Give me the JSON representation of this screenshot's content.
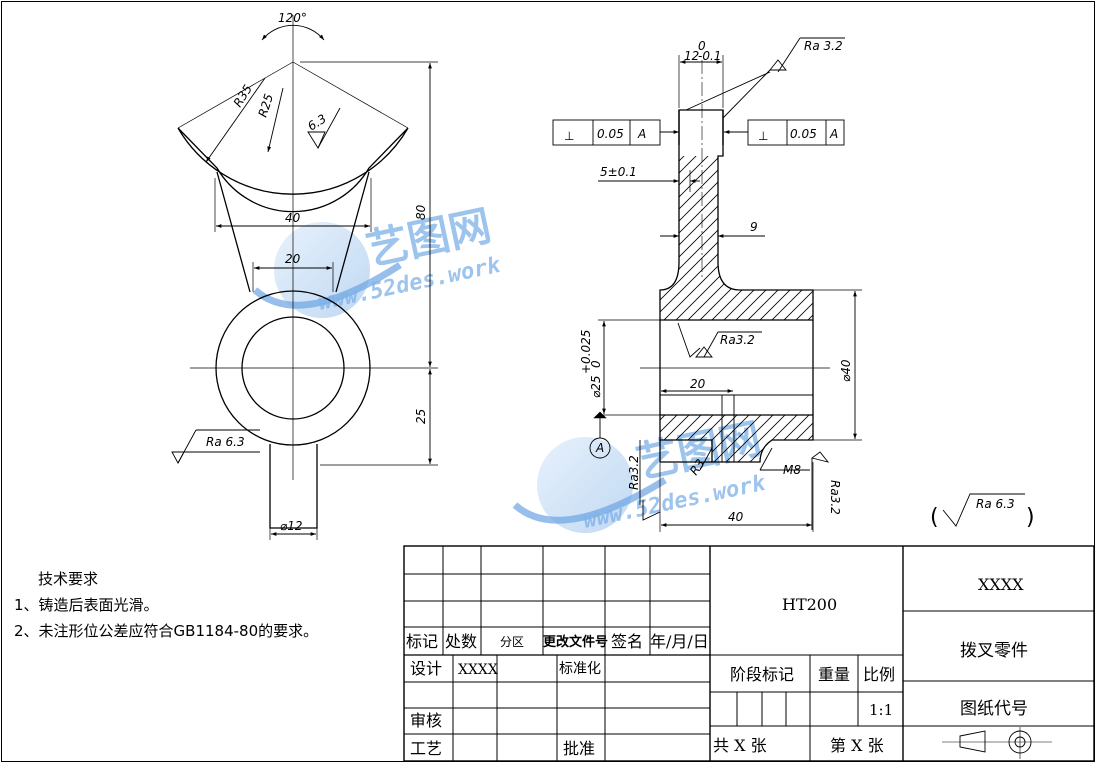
{
  "left_view": {
    "angle": "120°",
    "r35": "R35",
    "r25": "R25",
    "ra_top": "6.3",
    "w40": "40",
    "w20": "20",
    "h80": "80",
    "h25": "25",
    "ra_label": "Ra 6.3",
    "d12": "⌀12"
  },
  "right_view": {
    "thk": "12",
    "thk_tol_upper": "0",
    "thk_tol_lower": "-0.1",
    "ra_top": "Ra 3.2",
    "fcf_left": {
      "symbol": "⊥",
      "value": "0.05",
      "datum": "A"
    },
    "fcf_right": {
      "symbol": "⊥",
      "value": "0.05",
      "datum": "A"
    },
    "offset": "5±0.1",
    "web": "9",
    "ra_bore": "Ra3.2",
    "bore": "⌀25",
    "bore_tol_upper": "+0.025",
    "bore_tol_lower": "0",
    "hub_dia": "⌀40",
    "d20": "20",
    "datum": "A",
    "ra_left": "Ra3.2",
    "r3": "R3",
    "m8": "M8",
    "ra_right": "Ra3.2",
    "len40": "40"
  },
  "global_roughness": {
    "open": "(",
    "label": "Ra 6.3",
    "close": ")"
  },
  "watermark": {
    "brand": "艺图网",
    "url": "www.52des.work"
  },
  "tech_requirements": {
    "title": "技术要求",
    "items": [
      "1、铸造后表面光滑。",
      "2、未注形位公差应符合GB1184-80的要求。"
    ]
  },
  "title_block": {
    "material": "HT200",
    "company": "XXXX",
    "part_name": "拨叉零件",
    "drawing_no": "图纸代号",
    "rev_headers": [
      "标记",
      "处数",
      "分区",
      "更改文件号",
      "签名",
      "年/月/日"
    ],
    "design": "设计",
    "designer": "XXXX",
    "standardize": "标准化",
    "check": "审核",
    "process": "工艺",
    "approve": "批准",
    "stage": "阶段标记",
    "weight": "重量",
    "scale_label": "比例",
    "scale": "1:1",
    "sheets": "共 X 张",
    "sheet_no": "第 X 张"
  }
}
